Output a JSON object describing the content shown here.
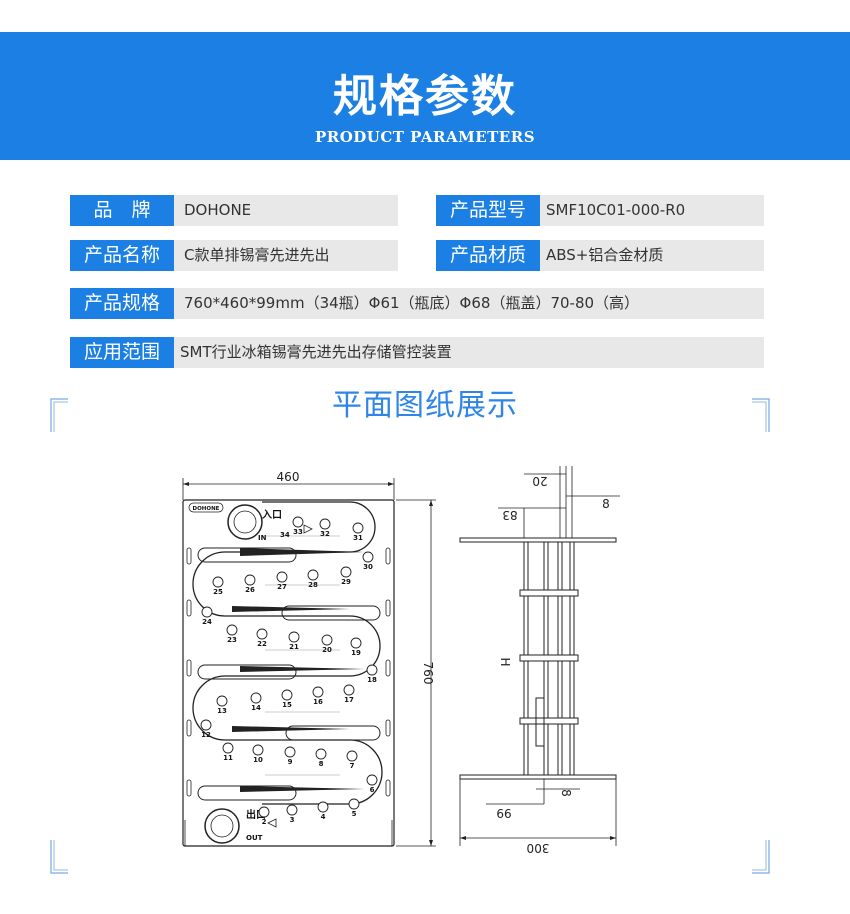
{
  "header": {
    "title": "规格参数",
    "subtitle": "PRODUCT PARAMETERS",
    "accent_color": "#1b7fe3"
  },
  "specs": {
    "brand": {
      "label": "品　牌",
      "value": "DOHONE"
    },
    "model": {
      "label": "产品型号",
      "value": "SMF10C01-000-R0"
    },
    "name": {
      "label": "产品名称",
      "value": "C款单排锡膏先进先出"
    },
    "material": {
      "label": "产品材质",
      "value": "ABS+铝合金材质"
    },
    "size": {
      "label": "产品规格",
      "value": "760*460*99mm（34瓶）Φ61（瓶底）Φ68（瓶盖）70-80（高）"
    },
    "usage": {
      "label": "应用范围",
      "value": "SMT行业冰箱锡膏先进先出存储管控装置"
    }
  },
  "section_title": "平面图纸展示",
  "drawing": {
    "front": {
      "width_dim": "460",
      "height_dim": "760",
      "logo": "DOHONE",
      "entry_cn": "入口",
      "entry_en": "IN",
      "exit_cn": "出口",
      "exit_en": "OUT",
      "slots": [
        "34",
        "33",
        "32",
        "31",
        "30",
        "29",
        "28",
        "27",
        "26",
        "25",
        "24",
        "23",
        "22",
        "21",
        "20",
        "19",
        "18",
        "17",
        "16",
        "15",
        "14",
        "13",
        "12",
        "11",
        "10",
        "9",
        "8",
        "7",
        "6",
        "5",
        "4",
        "3",
        "2"
      ]
    },
    "side": {
      "dim_20": "20",
      "dim_83": "83",
      "dim_8_top": "8",
      "dim_h": "H",
      "dim_8_bottom": "8",
      "dim_66": "66",
      "dim_300": "300"
    }
  }
}
